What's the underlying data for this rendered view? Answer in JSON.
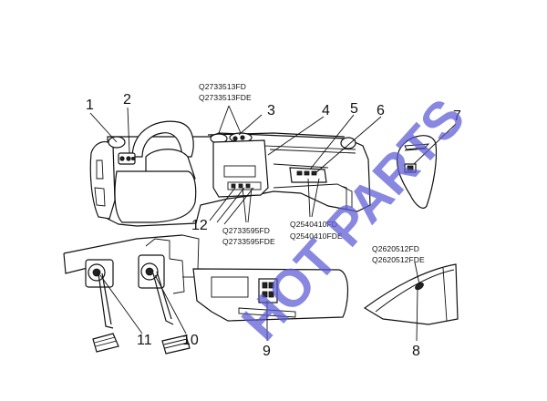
{
  "callouts": [
    "1",
    "2",
    "3",
    "4",
    "5",
    "6",
    "7",
    "8",
    "9",
    "10",
    "11",
    "12"
  ],
  "part_codes": {
    "p3_a": "Q2733513FD",
    "p3_b": "Q2733513FDE",
    "p12_a": "Q2733595FD",
    "p12_b": "Q2733595FDE",
    "p6_a": "Q2540410FD",
    "p6_b": "Q2540410FDE",
    "p8_a": "Q2620512FD",
    "p8_b": "Q2620512FDE"
  },
  "watermark": "HOT PARTS",
  "colors": {
    "line": "#111111",
    "watermark": "#5a5ad6",
    "background": "#ffffff"
  }
}
